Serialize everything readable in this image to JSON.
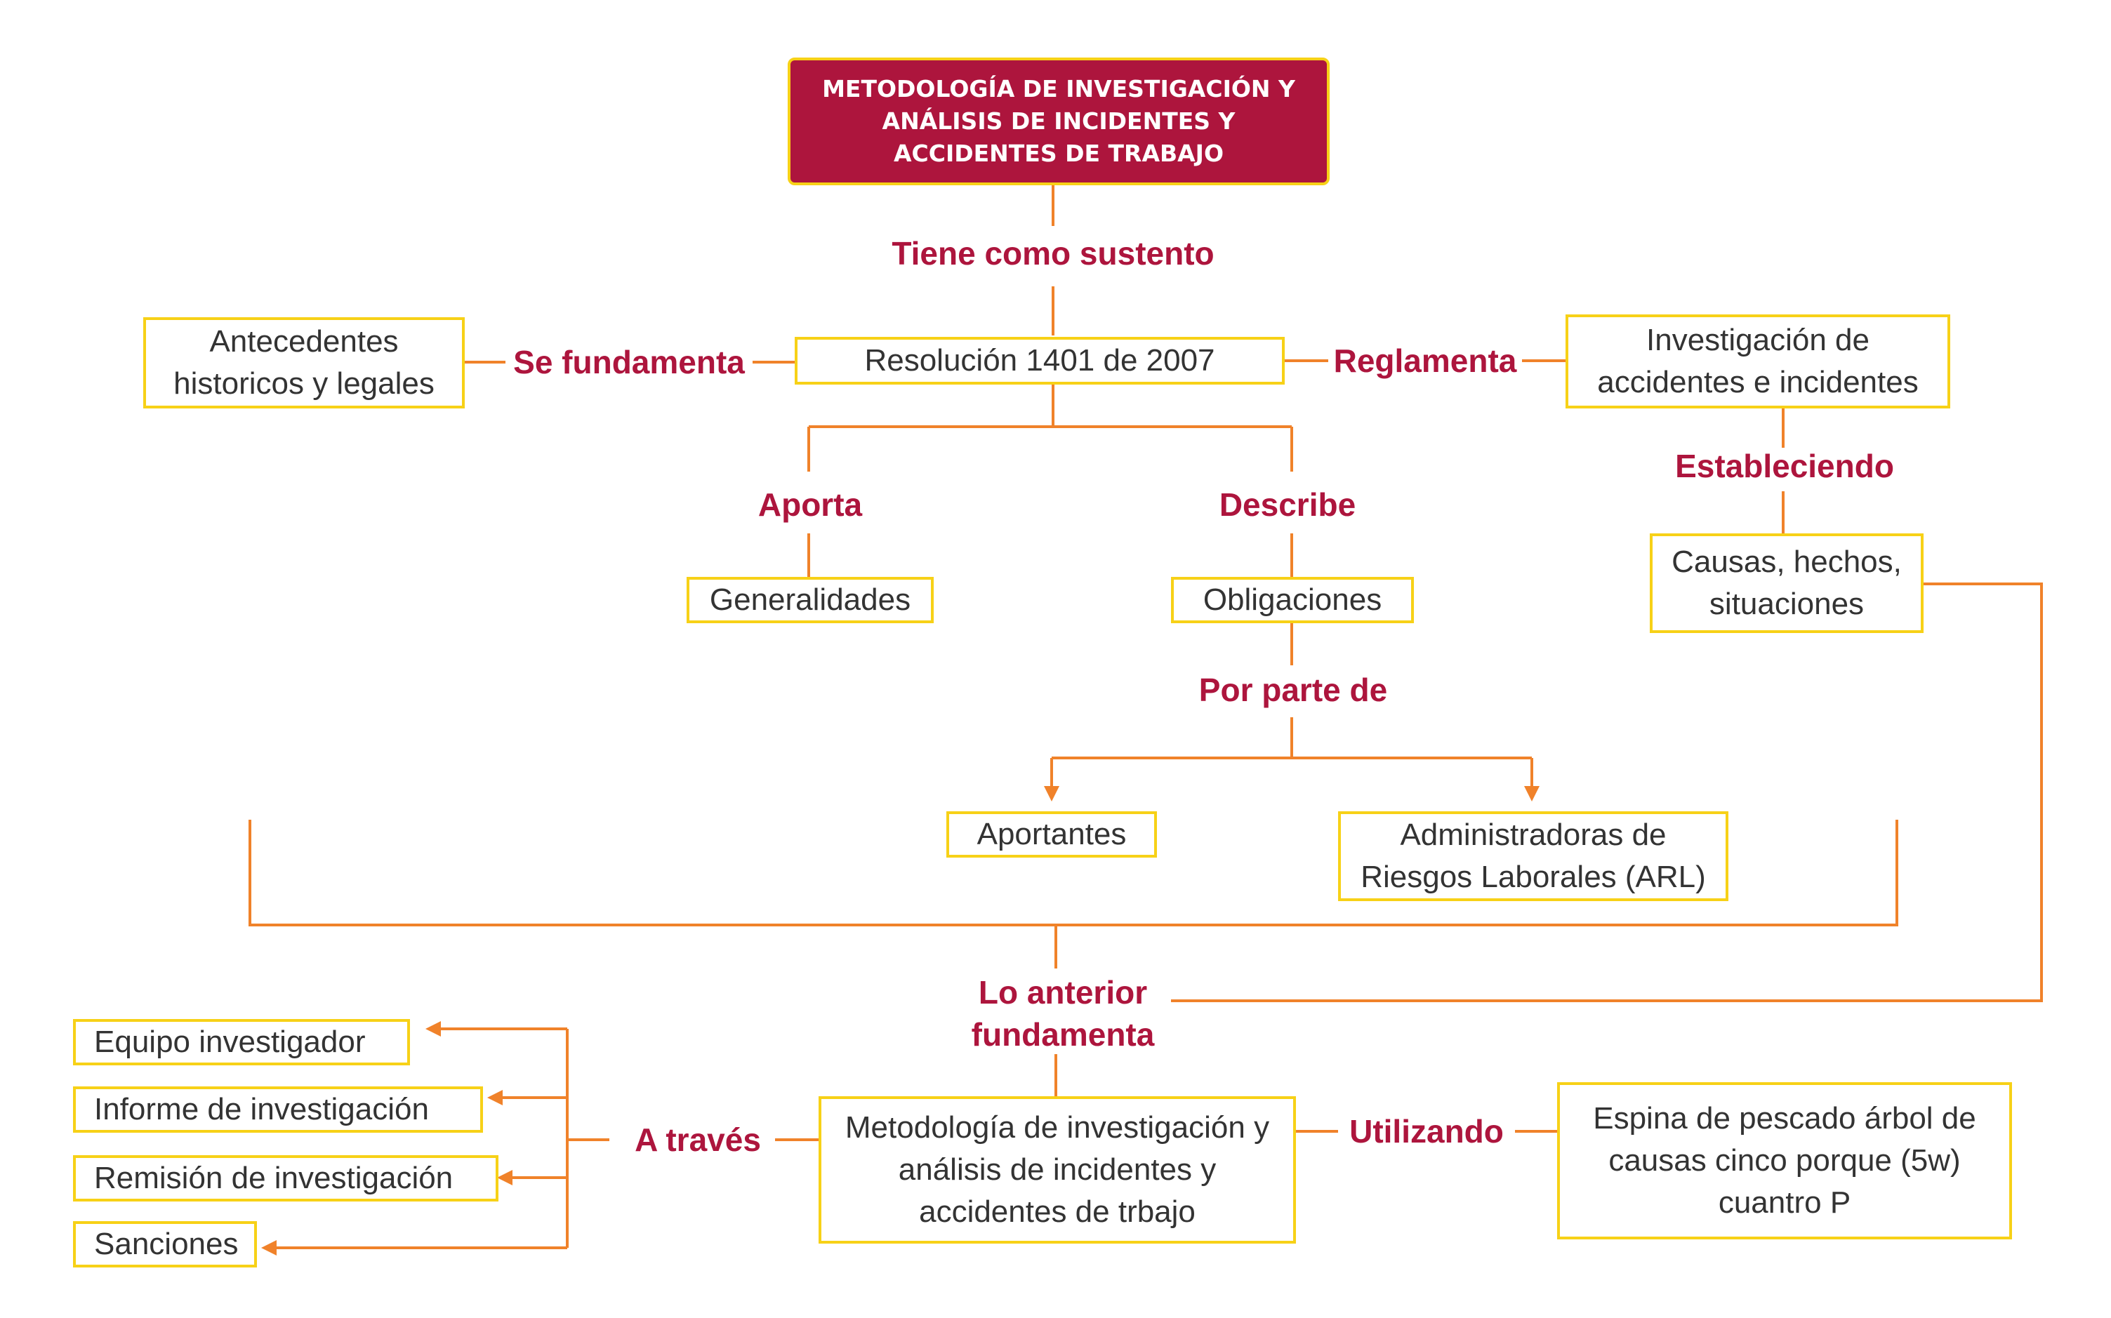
{
  "diagram": {
    "title": "METODOLOGÍA DE INVESTIGACIÓN Y ANÁLISIS DE INCIDENTES Y ACCIDENTES DE TRABAJO",
    "colors": {
      "connector": "#f0822a",
      "box_border": "#f7d117",
      "title_fill": "#ad153d",
      "label_text": "#ad153d"
    },
    "labels": {
      "tiene_como_sustento": "Tiene como sustento",
      "se_fundamenta": "Se fundamenta",
      "reglamenta": "Reglamenta",
      "aporta": "Aporta",
      "describe": "Describe",
      "estableciendo": "Estableciendo",
      "por_parte_de": "Por parte de",
      "lo_anterior_fundamenta": "Lo anterior fundamenta",
      "a_traves": "A través",
      "utilizando": "Utilizando"
    },
    "nodes": {
      "resolucion": "Resolución 1401 de 2007",
      "antecedentes": "Antecedentes historicos y legales",
      "investigacion": "Investigación de accidentes e incidentes",
      "generalidades": "Generalidades",
      "obligaciones": "Obligaciones",
      "causas": "Causas, hechos, situaciones",
      "aportantes": "Aportantes",
      "arl": "Administradoras de Riesgos Laborales (ARL)",
      "metodologia": "Metodología de investigación y análisis de incidentes y accidentes de trbajo",
      "herramientas": "Espina de pescado árbol de causas cinco porque (5w) cuantro P",
      "equipo": "Equipo investigador",
      "informe": "Informe de investigación",
      "remision": "Remisión de investigación",
      "sanciones": "Sanciones"
    }
  }
}
